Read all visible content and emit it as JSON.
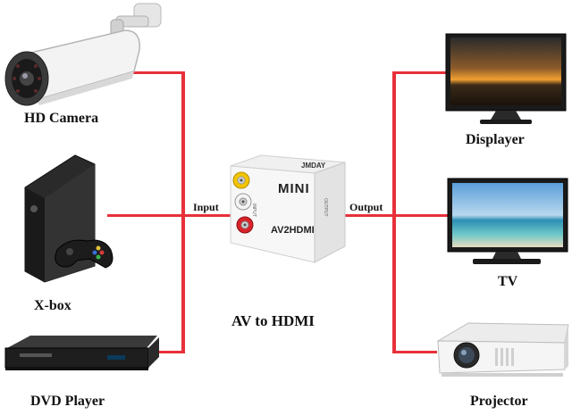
{
  "diagram": {
    "inputs_label": "Input",
    "outputs_label": "Output",
    "center_label": "AV to HDMI",
    "converter": {
      "brand": "JMDAY",
      "model_text": "MINI",
      "type_text": "AV2HDMI",
      "side_left": "INPUT",
      "side_right": "OUTPUT"
    },
    "sources": [
      {
        "label": "HD Camera"
      },
      {
        "label": "X-box"
      },
      {
        "label": "DVD Player"
      }
    ],
    "displays": [
      {
        "label": "Displayer"
      },
      {
        "label": "TV"
      },
      {
        "label": "Projector"
      }
    ],
    "colors": {
      "connector_line": "#e8303a",
      "rca_yellow": "#f2c400",
      "rca_white": "#f4f4f4",
      "rca_red": "#d8232a"
    }
  }
}
